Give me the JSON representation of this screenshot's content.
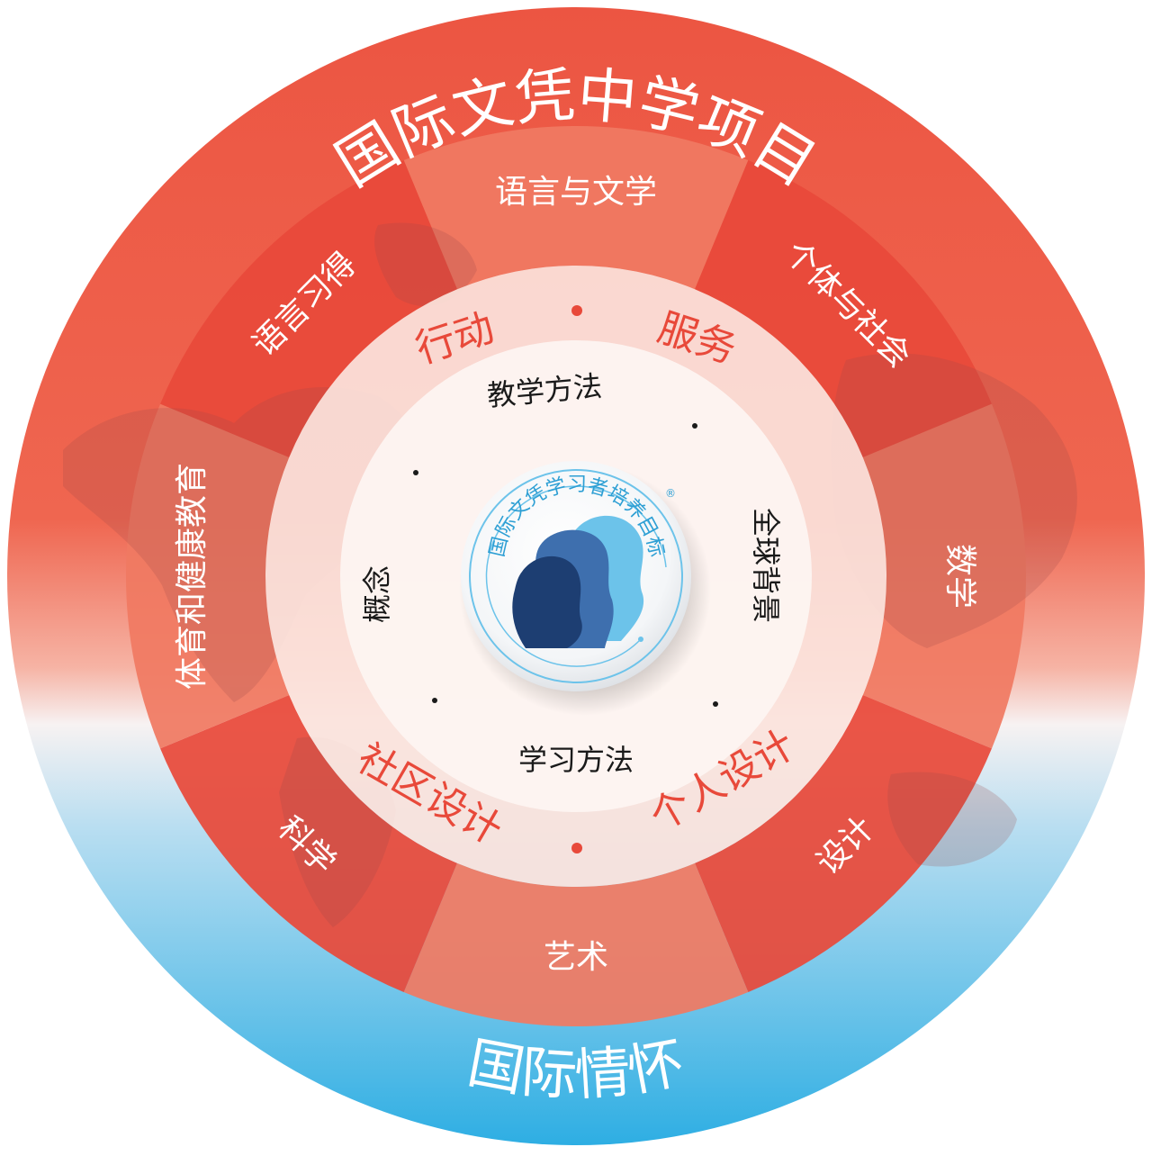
{
  "programme_title": "国际文凭中学项目",
  "outer_ring_label": "国际情怀",
  "subject_groups": [
    {
      "label": "语言与文学"
    },
    {
      "label": "个体与社会"
    },
    {
      "label": "数学"
    },
    {
      "label": "设计"
    },
    {
      "label": "艺术"
    },
    {
      "label": "科学"
    },
    {
      "label": "体育和健康教育"
    },
    {
      "label": "语言习得"
    }
  ],
  "service": {
    "left": "行动",
    "right": "服务"
  },
  "projects": {
    "left": "社区设计",
    "right": "个人设计"
  },
  "approaches": {
    "teaching": "教学方法",
    "learning": "学习方法",
    "concepts": "概念",
    "global_contexts": "全球背景"
  },
  "center": {
    "learner_profile": "国际文凭学习者培养目标",
    "registered_mark": "®"
  },
  "colors": {
    "red": "#ee5a45",
    "red_dark": "#e8493a",
    "segment_alt": "#f07a62",
    "blue": "#3fb1e3",
    "inner_red_text": "#e8493a",
    "navy": "#1d3e72",
    "light_blue": "#6cc3ea"
  }
}
